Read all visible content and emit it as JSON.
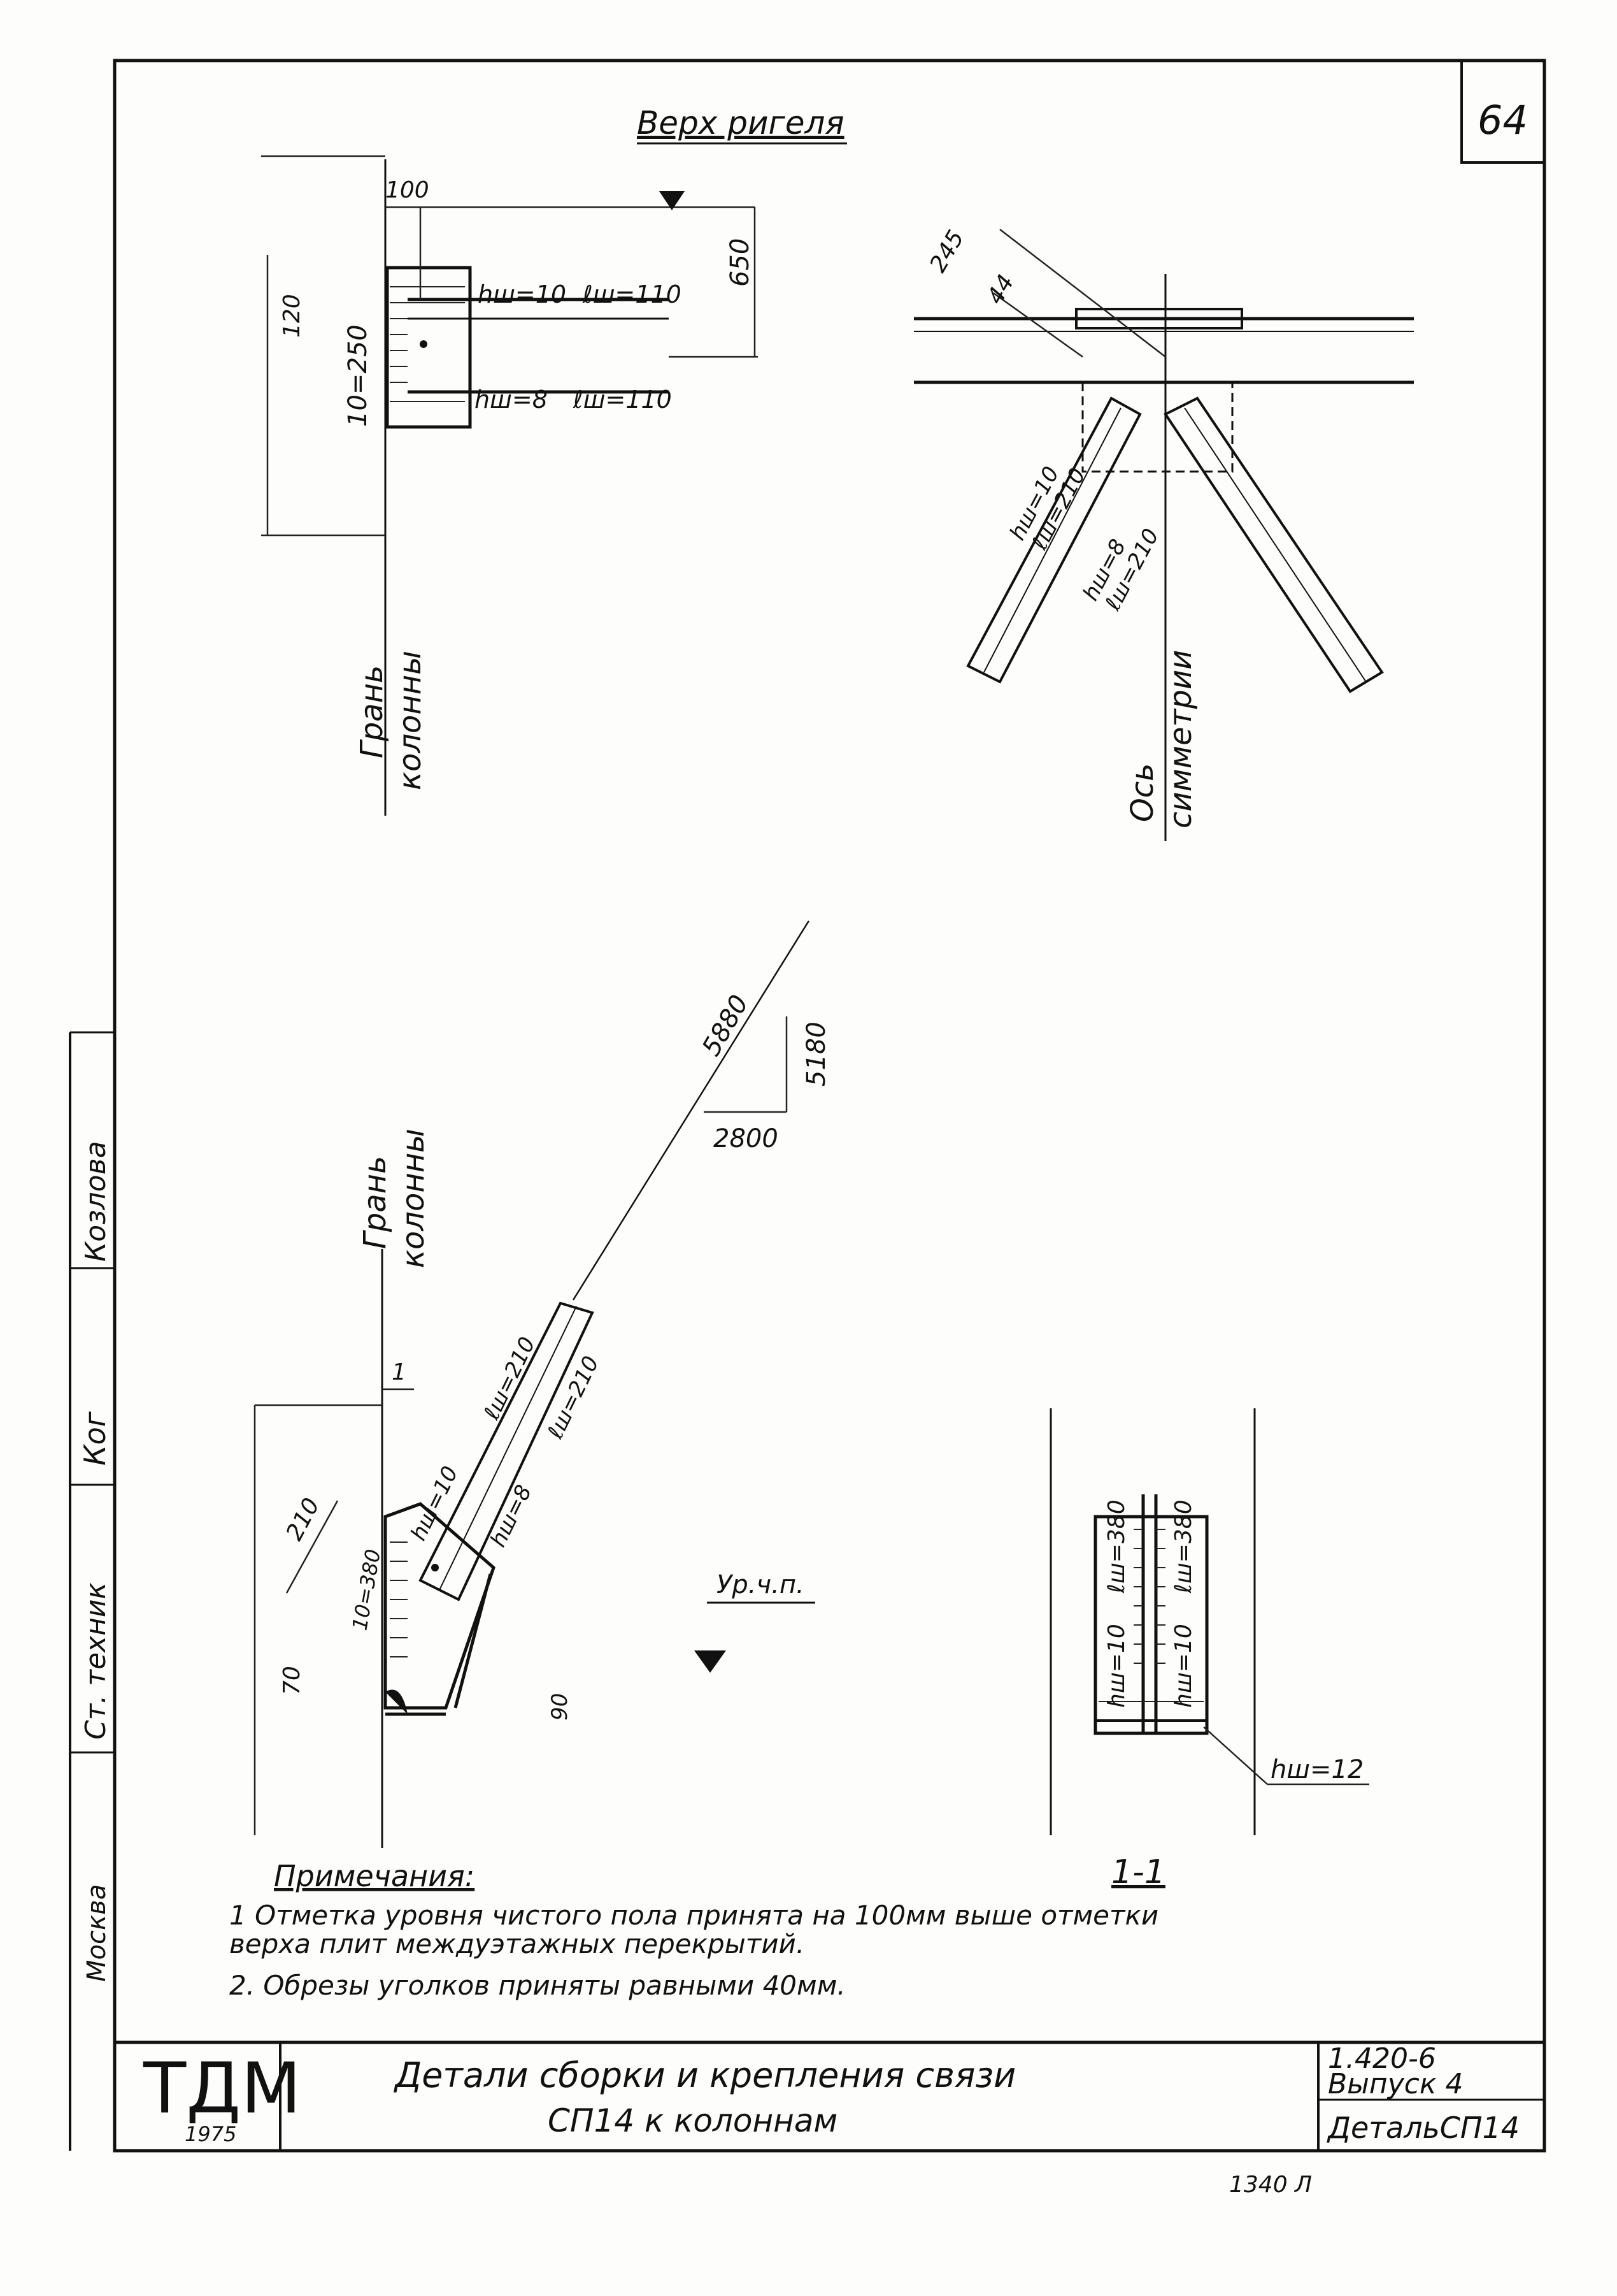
{
  "sheet": {
    "number": "64",
    "footer_mark": "1340 Л"
  },
  "detail_top_left": {
    "label_top": "Верх ригеля",
    "dim_100": "100",
    "dim_650": "650",
    "dim_120": "120",
    "dim_lpl": "10=250",
    "weld_top": "hш=10",
    "weld_top_len": "ℓш=110",
    "weld_bottom": "hш=8",
    "weld_bottom_len": "ℓш=110",
    "face_label_1": "Грань",
    "face_label_2": "колонны"
  },
  "detail_top_right": {
    "dim_245": "245",
    "dim_44": "44",
    "weld_left": "hш=10",
    "weld_left_len": "ℓш=210",
    "weld_right": "hш=8",
    "weld_right_len": "ℓш=210",
    "axis_label_1": "Ось",
    "axis_label_2": "симметрии"
  },
  "brace_geometry": {
    "length": "5880",
    "height": "5180",
    "span": "2800"
  },
  "detail_bottom_left": {
    "face_label_1": "Грань",
    "face_label_2": "колонны",
    "dim_1": "1",
    "weld_top": "hш=10",
    "weld_top_len": "ℓш=210",
    "weld_bottom": "hш=8",
    "weld_bottom_len": "ℓш=210",
    "dim_210": "210",
    "dim_lpl": "10=380",
    "dim_70": "70",
    "dim_90": "90",
    "floor_level": "Ур.ч.п."
  },
  "section_1_1": {
    "title": "1-1",
    "weld_left": "hш=10",
    "weld_left_len": "ℓш=380",
    "weld_right": "hш=10",
    "weld_right_len": "ℓш=380",
    "weld_base": "hш=12"
  },
  "notes": {
    "heading": "Примечания:",
    "items": [
      "1   Отметка уровня чистого пола принята на 100мм выше отметки",
      "     верха плит междуэтажных перекрытий.",
      "2.  Обрезы уголков приняты равными 40мм."
    ]
  },
  "side_stamp": {
    "role_1": "Ст. техник",
    "signature": "Ког",
    "name_1": "Козлова",
    "city": "Москва"
  },
  "title_block": {
    "org": "ТДМ",
    "year": "1975",
    "title_line_1": "Детали сборки и крепления связи",
    "title_line_2": "СП14 к колоннам",
    "series": "1.420-6",
    "issue": "Выпуск 4",
    "detail_code": "ДетальСП14"
  },
  "colors": {
    "ink": "#111111",
    "paper": "#fdfdfb"
  }
}
